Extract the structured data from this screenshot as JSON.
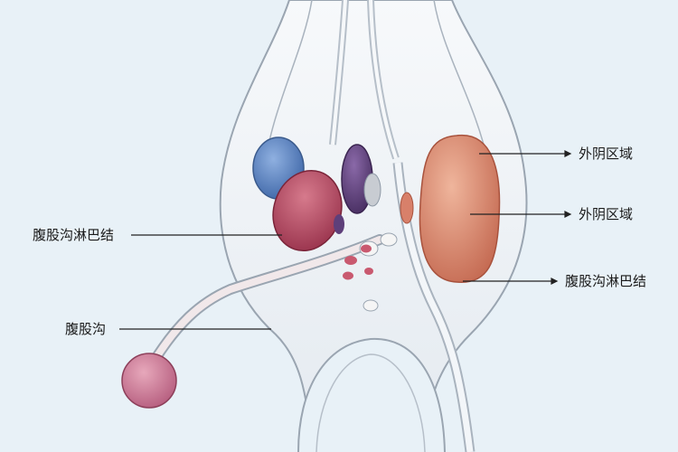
{
  "labels": {
    "vulva_region_upper": "外阴区域",
    "vulva_region_lower": "外阴区域",
    "inguinal_lymph_node_left": "腹股沟淋巴结",
    "inguinal_lymph_node_right": "腹股沟淋巴结",
    "inguinal_groove": "腹股沟"
  },
  "colors": {
    "background": "#e8f1f7",
    "tissue": "#f3f6f9",
    "outline": "#8e99a6",
    "node_blue": "#5b86c4",
    "node_red": "#b8475e",
    "node_purple": "#5e3f7a",
    "node_orange": "#d8806a",
    "bulb_pink": "#c4708a",
    "leader_line": "#222222"
  }
}
